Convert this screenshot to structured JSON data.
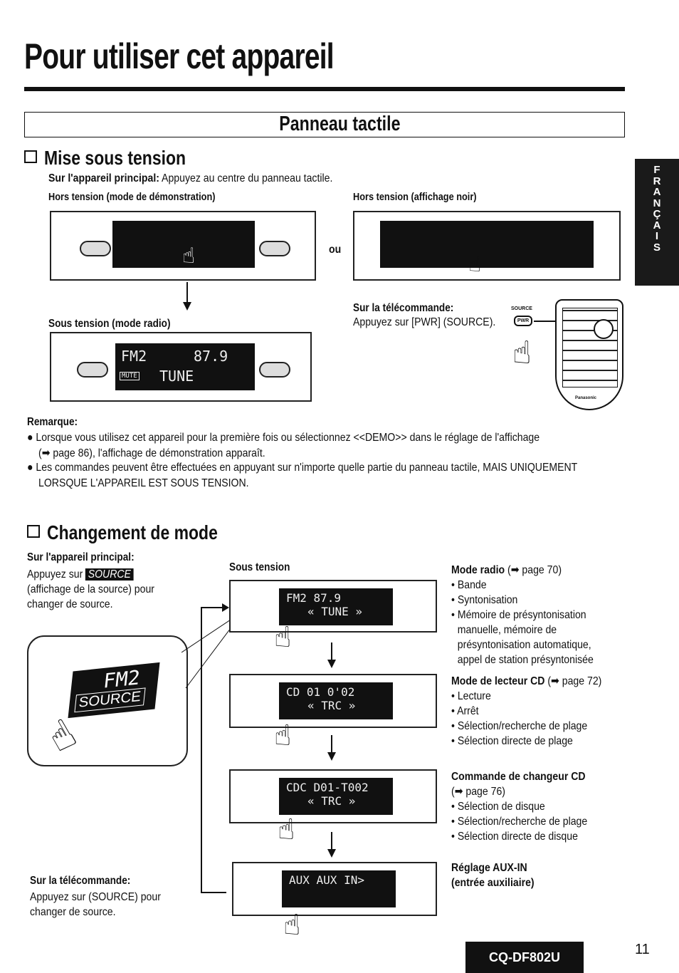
{
  "page": {
    "title": "Pour utiliser cet appareil",
    "section_title": "Panneau tactile",
    "language_tab": [
      "F",
      "R",
      "A",
      "N",
      "Ç",
      "A",
      "I",
      "S"
    ],
    "model": "CQ-DF802U",
    "page_number": "11"
  },
  "power": {
    "heading": "Mise sous tension",
    "intro_label": "Sur l'appareil principal:",
    "intro_text": "Appuyez au centre du panneau tactile.",
    "off_demo_label": "Hors tension (mode de démonstration)",
    "off_black_label": "Hors tension (affichage noir)",
    "or_text": "ou",
    "on_label": "Sous tension (mode radio)",
    "remote_label": "Sur la télécommande:",
    "remote_text": "Appuyez sur [PWR] (SOURCE).",
    "remote_source_label": "SOURCE",
    "remote_pwr_label": "PWR",
    "display_band": "FM2",
    "display_freq": "87.9",
    "display_tune": "TUNE",
    "display_mute": "MUTE",
    "brand": "Panasonic"
  },
  "remarks": {
    "heading": "Remarque:",
    "items": [
      {
        "line1": "Lorsque vous utilisez cet appareil pour la première fois ou sélectionnez <<DEMO>> dans le réglage de l'affichage",
        "line2": "(➡ page 86), l'affichage de démonstration apparaît."
      },
      {
        "line1": "Les commandes peuvent être effectuées en appuyant sur n'importe quelle partie du panneau tactile, MAIS UNIQUEMENT",
        "line2": "LORSQUE L'APPAREIL EST SOUS TENSION."
      }
    ]
  },
  "mode": {
    "heading": "Changement de mode",
    "main_label": "Sur l'appareil principal:",
    "main_text1": "Appuyez sur",
    "source_badge": "SOURCE",
    "main_text2": "(affichage de la source) pour",
    "main_text3": "changer de source.",
    "illus_fm": "FM2",
    "illus_source": "SOURCE",
    "on_label": "Sous tension",
    "remote_label": "Sur la télécommande:",
    "remote_text1": "Appuyez sur (SOURCE) pour",
    "remote_text2": "changer de source.",
    "displays": [
      {
        "line1": "FM2  87.9",
        "line2": "« TUNE »"
      },
      {
        "line1": "CD  01  0'02",
        "line2": "« TRC »"
      },
      {
        "line1": "CDC  D01-T002",
        "line2": "« TRC »"
      },
      {
        "line1": "AUX  AUX IN>",
        "line2": ""
      }
    ],
    "descriptions": [
      {
        "title": "Mode radio",
        "ref": "(➡ page 70)",
        "items": [
          "Bande",
          "Syntonisation",
          "Mémoire de présyntonisation",
          "manuelle, mémoire de",
          "présyntonisation automatique,",
          "appel de station présyntonisée"
        ]
      },
      {
        "title": "Mode de lecteur CD",
        "ref": "(➡ page 72)",
        "items": [
          "Lecture",
          "Arrêt",
          "Sélection/recherche de plage",
          "Sélection directe de plage"
        ]
      },
      {
        "title": "Commande de changeur CD",
        "ref": "(➡ page 76)",
        "items": [
          "Sélection de disque",
          "Sélection/recherche de plage",
          "Sélection directe de disque"
        ]
      },
      {
        "title": "Réglage AUX-IN",
        "ref": "(entrée auxiliaire)",
        "items": []
      }
    ]
  }
}
